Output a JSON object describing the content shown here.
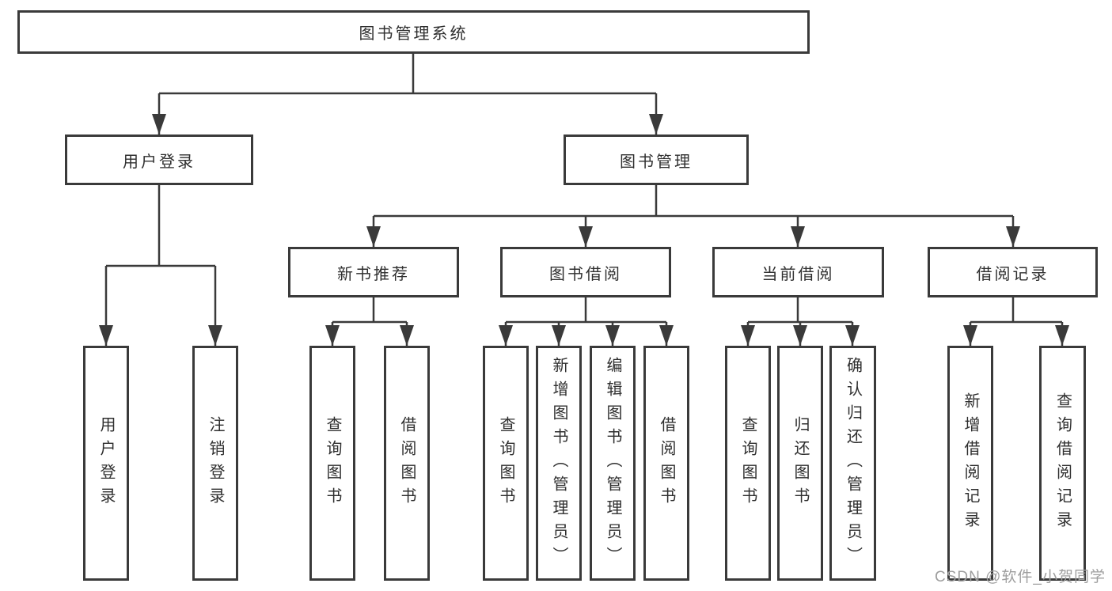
{
  "diagram": {
    "root": {
      "label": "图书管理系统"
    },
    "branches": {
      "user_login": {
        "label": "用户登录",
        "children": [
          {
            "label": "用户登录"
          },
          {
            "label": "注销登录"
          }
        ]
      },
      "book_mgmt": {
        "label": "图书管理",
        "children": [
          {
            "label": "新书推荐",
            "children": [
              {
                "label": "查询图书"
              },
              {
                "label": "借阅图书"
              }
            ]
          },
          {
            "label": "图书借阅",
            "children": [
              {
                "label": "查询图书"
              },
              {
                "label": "新增图书（管理员）"
              },
              {
                "label": "编辑图书（管理员）"
              },
              {
                "label": "借阅图书"
              }
            ]
          },
          {
            "label": "当前借阅",
            "children": [
              {
                "label": "查询图书"
              },
              {
                "label": "归还图书"
              },
              {
                "label": "确认归还（管理员）"
              }
            ]
          },
          {
            "label": "借阅记录",
            "children": [
              {
                "label": "新增借阅记录"
              },
              {
                "label": "查询借阅记录"
              }
            ]
          }
        ]
      }
    },
    "watermark": "CSDN @软件_小贺同学",
    "colors": {
      "line": "#3a3a3a",
      "text": "#2f2f2f",
      "watermark": "#9e9e9e",
      "background": "#ffffff"
    }
  }
}
